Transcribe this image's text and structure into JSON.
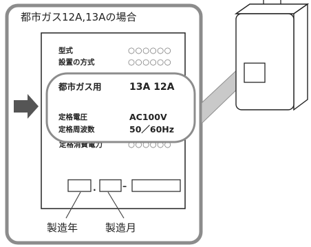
{
  "frame_title": "都市ガス12A,13Aの場合",
  "plate": {
    "model_label": "型式",
    "model_value": "○○○○○○",
    "install_label": "設置の方式",
    "install_value": "○○○○○○",
    "gas_label": "都市ガス用",
    "gas_value": "13A  12A",
    "voltage_label": "定格電圧",
    "voltage_value": "AC100V",
    "frequency_label": "定格周波数",
    "frequency_value": "50／60Hz",
    "power_label": "定格消費電力",
    "power_value": "○○○○○○",
    "serial_dot": ".",
    "serial_dash": "–"
  },
  "captions": {
    "year": "製造年",
    "month": "製造月"
  },
  "colors": {
    "frame": "#8c8c8c",
    "plate_border": "#222222",
    "arrow": "#555555",
    "callout_fill": "#c9c9c9"
  }
}
